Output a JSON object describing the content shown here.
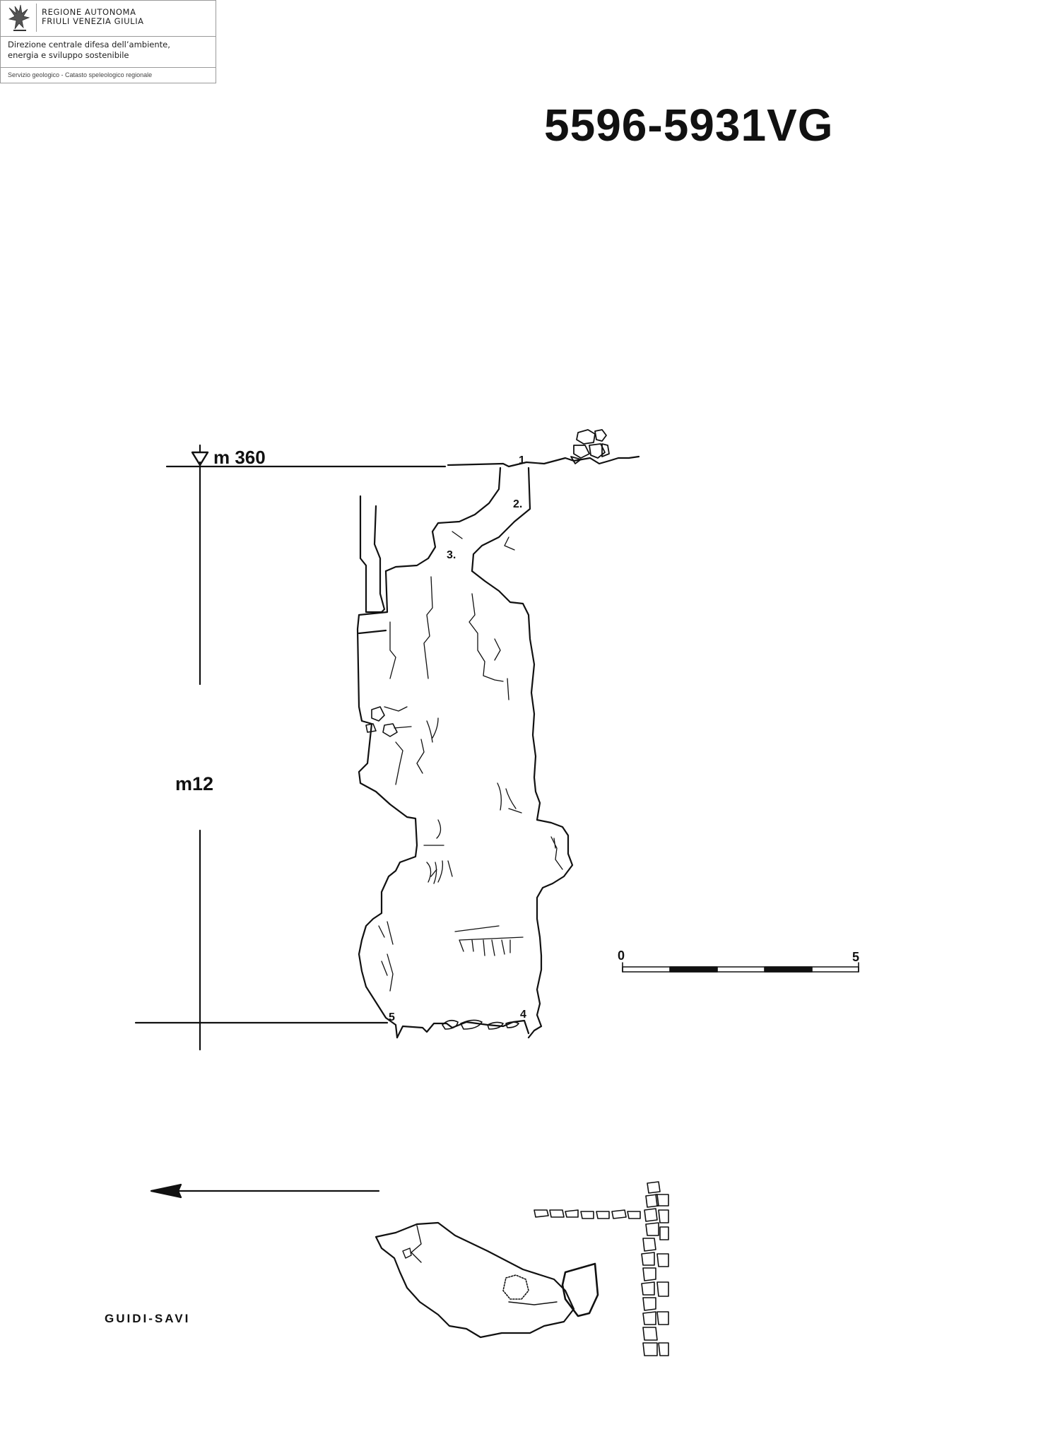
{
  "header": {
    "region_line1": "REGIONE AUTONOMA",
    "region_line2": "FRIULI VENEZIA GIULIA",
    "directorate_line1": "Direzione centrale difesa dell’ambiente,",
    "directorate_line2": "energia e sviluppo sostenibile",
    "service": "Servizio geologico - Catasto speleologico regionale"
  },
  "cave_code": "5596-5931VG",
  "section": {
    "entrance_elevation": "m 360",
    "depth": "m12",
    "points": [
      "1",
      "2.",
      "3.",
      "4",
      "5"
    ]
  },
  "scale_bar": {
    "start": "0",
    "end": "5"
  },
  "authors": "GUIDI-SAVI",
  "icons": [
    "eagle-logo-icon",
    "elevation-triangle-icon",
    "north-arrow-icon"
  ]
}
